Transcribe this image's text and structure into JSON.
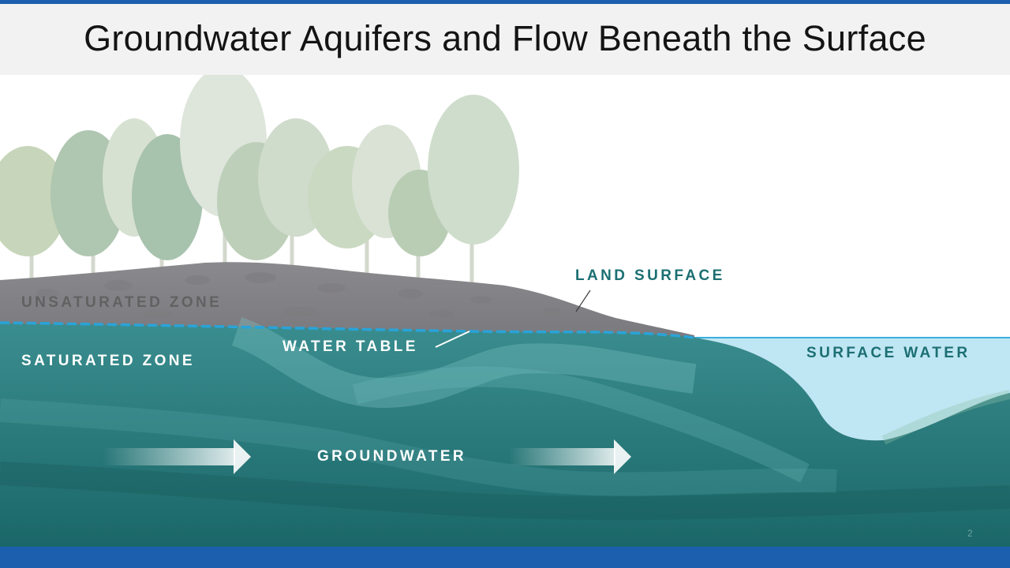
{
  "title": "Groundwater Aquifers and Flow Beneath the Surface",
  "labels": {
    "unsaturated_zone": "UNSATURATED ZONE",
    "saturated_zone": "SATURATED ZONE",
    "water_table": "WATER TABLE",
    "land_surface": "LAND SURFACE",
    "surface_water": "SURFACE WATER",
    "groundwater": "GROUNDWATER"
  },
  "page_number": "2",
  "colors": {
    "accent_bar": "#1c5fae",
    "title_band": "#f2f2f2",
    "label_teal": "#1b6f72",
    "water_table_line": "#2aa3d8",
    "surface_water": "#bfe6f3",
    "groundwater_dark": "#1d6b6c",
    "soil_gray": "#8d8c90"
  }
}
